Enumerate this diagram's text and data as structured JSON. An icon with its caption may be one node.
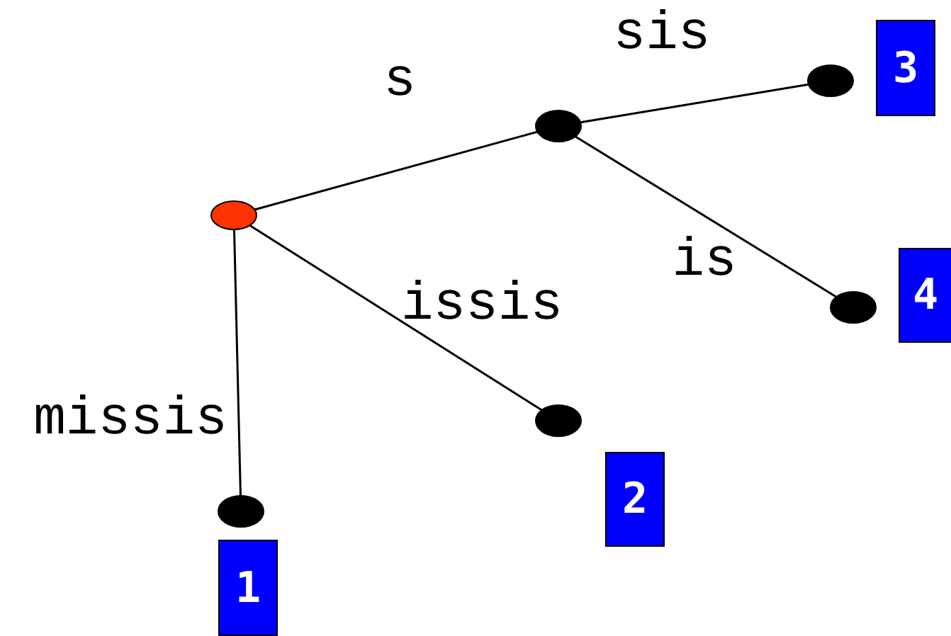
{
  "diagram": {
    "nodes": [
      {
        "text": [],
        "shape": "circle"
      },
      {
        "text": [],
        "shape": "circle"
      },
      {
        "text": [],
        "shape": "circle"
      },
      {
        "text": [
          "3"
        ]
      },
      {
        "text": [],
        "shape": "circle"
      },
      {
        "text": [
          "4"
        ]
      },
      {
        "text": [],
        "shape": "circle"
      },
      {
        "text": [
          "2"
        ]
      },
      {
        "text": [],
        "shape": "circle"
      },
      {
        "text": [
          "1"
        ]
      }
    ],
    "edges": [
      {
        "from": 0,
        "to": 1,
        "arrow": "none",
        "label": "s"
      },
      {
        "from": 1,
        "to": 2,
        "arrow": "none",
        "label": "sis"
      },
      {
        "from": 1,
        "to": 4,
        "arrow": "none",
        "label": "is"
      },
      {
        "from": 0,
        "to": 6,
        "arrow": "none",
        "label": "issis"
      },
      {
        "from": 0,
        "to": 8,
        "arrow": "none",
        "label": "missis"
      }
    ]
  }
}
